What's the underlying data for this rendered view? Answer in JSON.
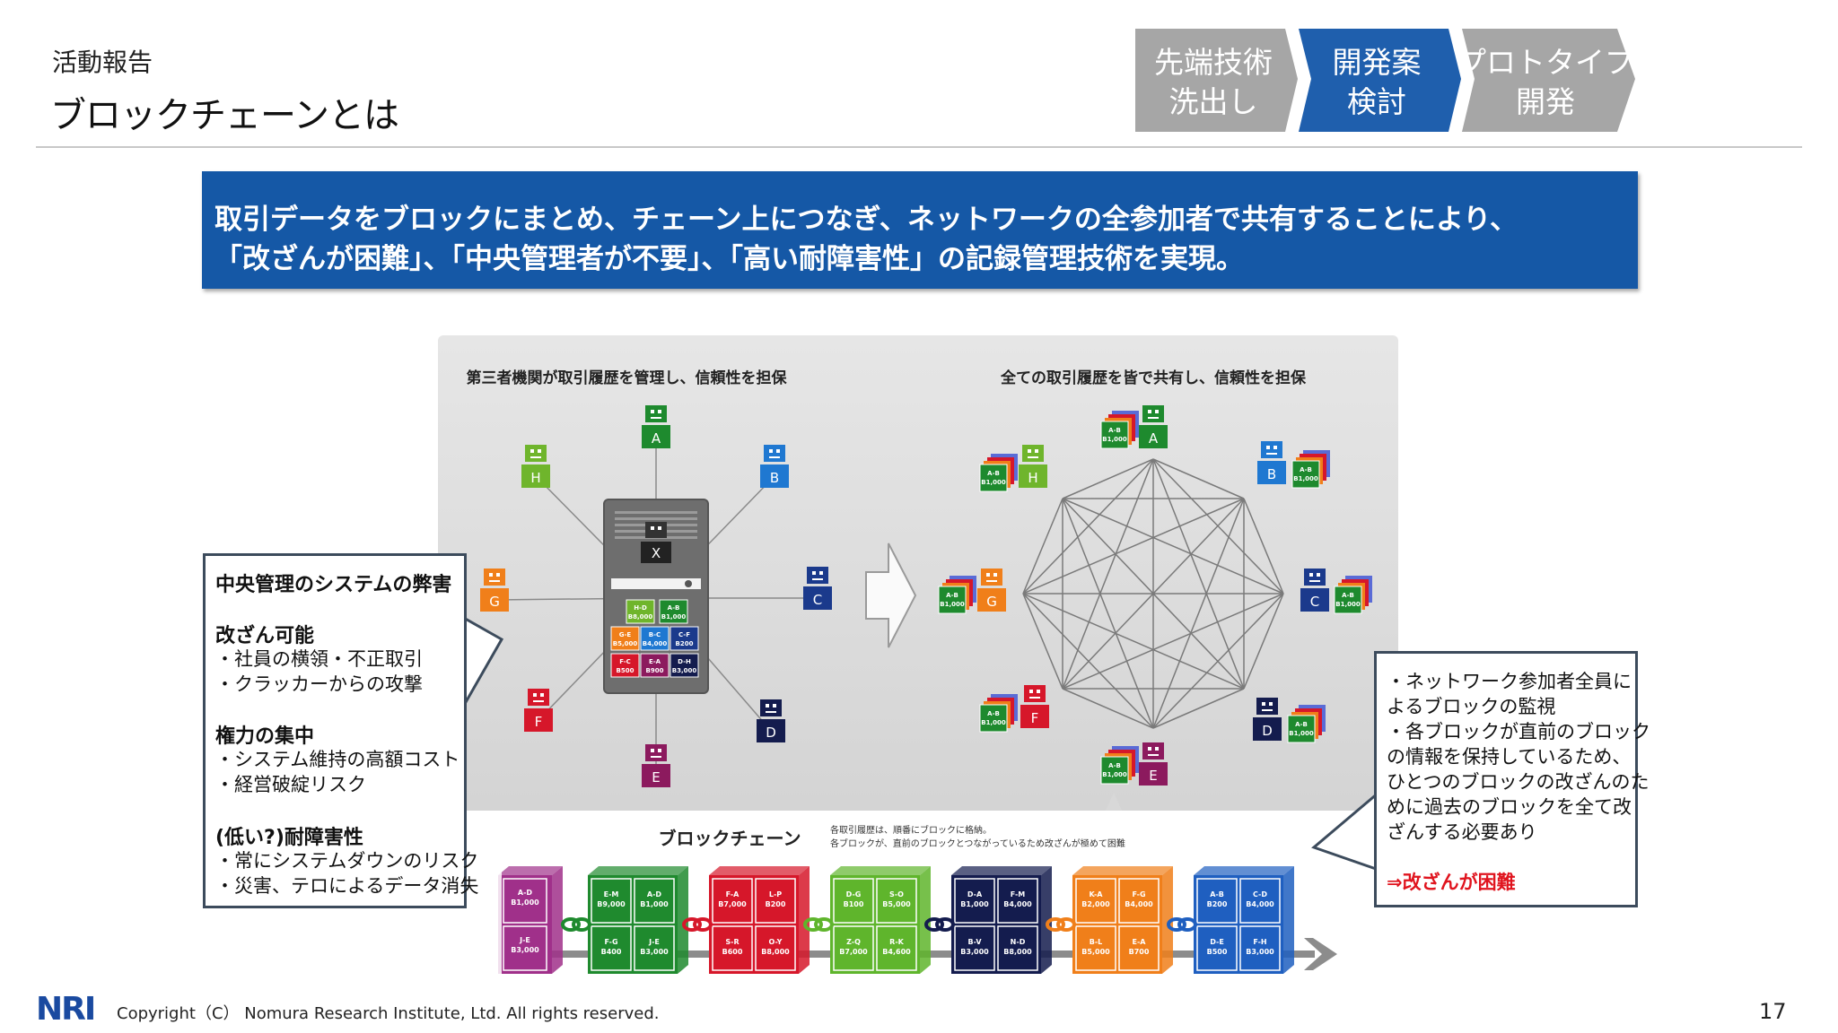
{
  "header": {
    "category": "活動報告",
    "title": "ブロックチェーンとは"
  },
  "process_steps": [
    {
      "line1": "先端技術",
      "line2": "洗出し",
      "color": "#a6a6a6",
      "active": false
    },
    {
      "line1": "開発案",
      "line2": "検討",
      "color": "#1f5fad",
      "active": true
    },
    {
      "line1": "プロトタイプ",
      "line2": "開発",
      "color": "#a6a6a6",
      "active": false
    }
  ],
  "banner": {
    "line1": "取引データをブロックにまとめ、チェーン上につなぎ、ネットワークの全参加者で共有することにより、",
    "line2": "「改ざんが困難」、「中央管理者が不要」、「高い耐障害性」の記録管理技術を実現。"
  },
  "diagram": {
    "left_title": "第三者機関が取引履歴を管理し、信頼性を担保",
    "right_title": "全ての取引履歴を皆で共有し、信頼性を担保",
    "server_label": "X",
    "nodes": [
      {
        "label": "A",
        "color": "#1e8a2e"
      },
      {
        "label": "B",
        "color": "#1f78d1"
      },
      {
        "label": "C",
        "color": "#1b3a8c"
      },
      {
        "label": "D",
        "color": "#141c4e"
      },
      {
        "label": "E",
        "color": "#8c1a5e"
      },
      {
        "label": "F",
        "color": "#d6172a"
      },
      {
        "label": "G",
        "color": "#f07f1a"
      },
      {
        "label": "H",
        "color": "#6fb52c"
      }
    ],
    "server_cells": [
      {
        "l1": "H-D",
        "l2": "B8,000",
        "color": "#6fb52c"
      },
      {
        "l1": "A-B",
        "l2": "B1,000",
        "color": "#1e8a2e"
      },
      {
        "l1": "G-E",
        "l2": "B5,000",
        "color": "#f07f1a"
      },
      {
        "l1": "B-C",
        "l2": "B4,000",
        "color": "#1f78d1"
      },
      {
        "l1": "C-F",
        "l2": "B200",
        "color": "#1b3a8c"
      },
      {
        "l1": "F-C",
        "l2": "B500",
        "color": "#d6172a"
      },
      {
        "l1": "E-A",
        "l2": "B900",
        "color": "#8c1a5e"
      },
      {
        "l1": "D-H",
        "l2": "B3,000",
        "color": "#141c4e"
      }
    ],
    "ledger_l1": "A-B",
    "ledger_l2": "B1,000",
    "chain": {
      "title": "ブロックチェーン",
      "note1": "各取引履歴は、順番にブロックに格納。",
      "note2": "各ブロックが、直前のブロックとつながっているため改ざんが極めて困難",
      "blocks": [
        {
          "color": "#a0308a",
          "cells": [
            "A-D B1,000",
            "J-E B3,000"
          ]
        },
        {
          "color": "#1f8a2e",
          "cells": [
            "E-M B9,000",
            "A-D B1,000",
            "F-G B400",
            "J-E B3,000"
          ]
        },
        {
          "color": "#d6172a",
          "cells": [
            "F-A B7,000",
            "L-P B200",
            "S-R B600",
            "O-Y B8,000"
          ]
        },
        {
          "color": "#5fb52c",
          "cells": [
            "D-G B100",
            "S-O B5,000",
            "Z-Q B7,000",
            "R-K B4,600"
          ]
        },
        {
          "color": "#141c4e",
          "cells": [
            "D-A B1,000",
            "F-M B4,000",
            "B-V B3,000",
            "N-D B8,000"
          ]
        },
        {
          "color": "#f07f1a",
          "cells": [
            "K-A B2,000",
            "F-G B4,000",
            "B-L B5,000",
            "E-A B700"
          ]
        },
        {
          "color": "#1f5fc0",
          "cells": [
            "A-B B200",
            "C-D B4,000",
            "D-E B500",
            "F-H B3,000"
          ]
        }
      ]
    }
  },
  "left_callout": {
    "heading": "中央管理のシステムの弊害",
    "sections": [
      {
        "title": "改ざん可能",
        "items": [
          "・社員の横領・不正取引",
          "・クラッカーからの攻撃"
        ]
      },
      {
        "title": "権力の集中",
        "items": [
          "・システム維持の高額コスト",
          "・経営破綻リスク"
        ]
      },
      {
        "title": "(低い?)耐障害性",
        "items": [
          "・常にシステムダウンのリスク",
          "・災害、テロによるデータ消失"
        ]
      }
    ]
  },
  "right_callout": {
    "lines": [
      "・ネットワーク参加者全員に",
      "よるブロックの監視",
      "・各ブロックが直前のブロック",
      "の情報を保持しているため、",
      "ひとつのブロックの改ざんのた",
      "めに過去のブロックを全て改",
      "ざんする必要あり"
    ],
    "conclusion": "⇒改ざんが困難"
  },
  "footer": {
    "logo": "NRI",
    "copyright": "Copyright（C） Nomura Research Institute, Ltd. All rights reserved.",
    "page_number": "17"
  }
}
